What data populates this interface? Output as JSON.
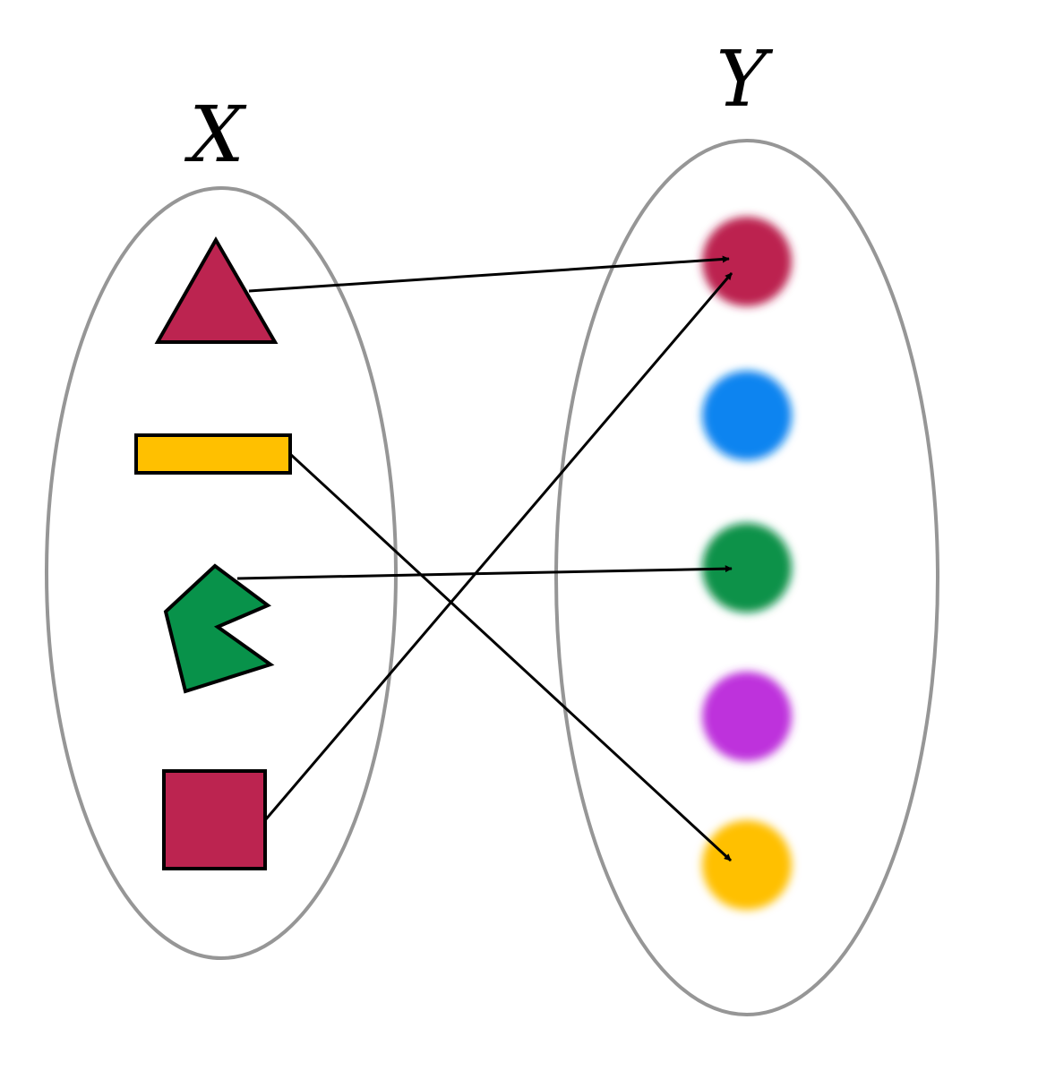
{
  "sets": {
    "domain": {
      "label": "X",
      "elements": [
        {
          "id": "triangle",
          "shape": "triangle",
          "color": "#BC2450"
        },
        {
          "id": "rectangle",
          "shape": "rectangle",
          "color": "#FFC000"
        },
        {
          "id": "pentagon-notch",
          "shape": "notched-pentagon",
          "color": "#08924A"
        },
        {
          "id": "square",
          "shape": "square",
          "color": "#BC2450"
        }
      ]
    },
    "codomain": {
      "label": "Y",
      "elements": [
        {
          "id": "crimson-dot",
          "shape": "blurred-circle",
          "color": "#BC2450"
        },
        {
          "id": "blue-dot",
          "shape": "blurred-circle",
          "color": "#0A84F0"
        },
        {
          "id": "green-dot",
          "shape": "blurred-circle",
          "color": "#08924A"
        },
        {
          "id": "purple-dot",
          "shape": "blurred-circle",
          "color": "#BE30DC"
        },
        {
          "id": "yellow-dot",
          "shape": "blurred-circle",
          "color": "#FFC000"
        }
      ]
    }
  },
  "mapping": [
    {
      "from": "triangle",
      "to": "crimson-dot"
    },
    {
      "from": "rectangle",
      "to": "yellow-dot"
    },
    {
      "from": "pentagon-notch",
      "to": "green-dot"
    },
    {
      "from": "square",
      "to": "crimson-dot"
    }
  ],
  "colors": {
    "set_outline": "#969696",
    "shape_stroke": "#000000",
    "arrow": "#000000"
  }
}
